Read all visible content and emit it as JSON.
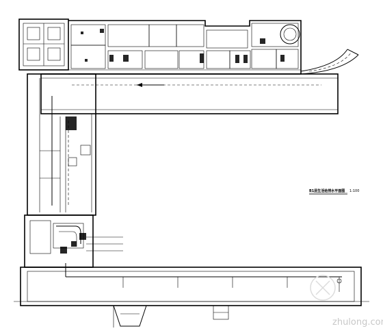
{
  "drawing": {
    "title": "B1层生活给排水平面图",
    "scale": "1:100",
    "watermark": "zhulong.com"
  }
}
